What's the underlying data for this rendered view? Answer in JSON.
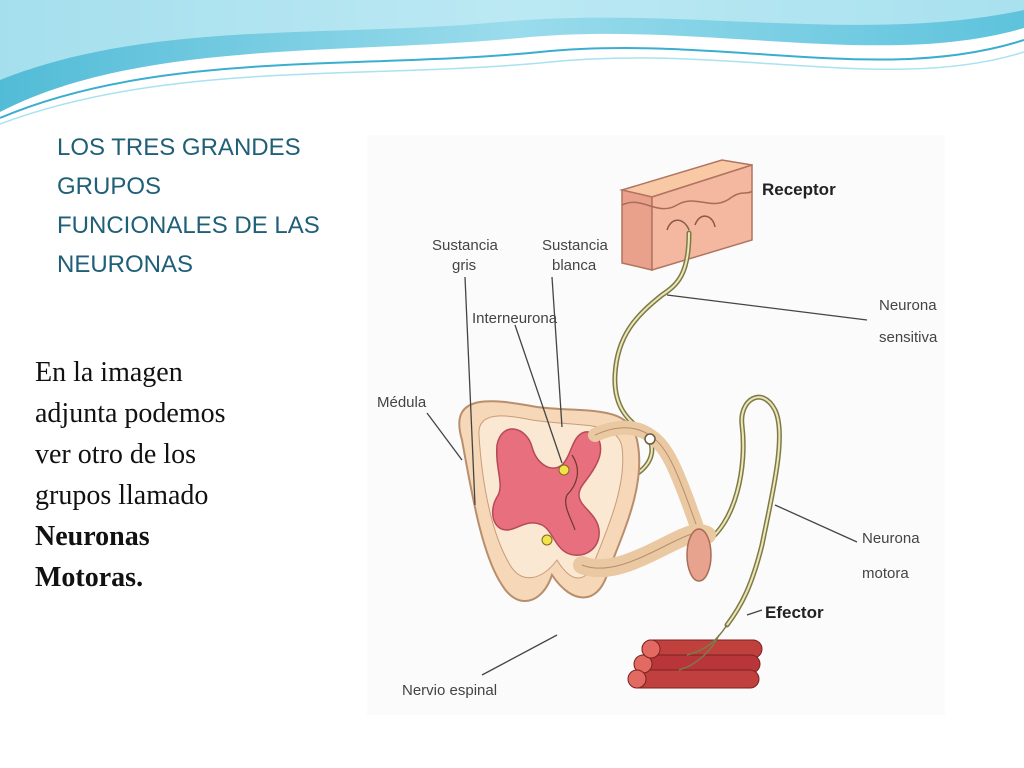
{
  "slide": {
    "title_lines": [
      "LOS TRES GRANDES",
      "GRUPOS",
      "FUNCIONALES DE LAS",
      "NEURONAS"
    ],
    "body_lines": [
      "En la imagen",
      "adjunta podemos",
      "ver otro de los",
      "grupos llamado"
    ],
    "body_bold_lines": [
      "Neuronas",
      "Motoras."
    ]
  },
  "diagram": {
    "labels": {
      "receptor": "Receptor",
      "sustancia_gris": [
        "Sustancia",
        "gris"
      ],
      "sustancia_blanca": [
        "Sustancia",
        "blanca"
      ],
      "interneurona": "Interneurona",
      "medula": "Médula",
      "neurona_sensitiva": [
        "Neurona",
        "sensitiva"
      ],
      "neurona_motora": [
        "Neurona",
        "motora"
      ],
      "efector": "Efector",
      "nervio_espinal": "Nervio espinal"
    }
  },
  "colors": {
    "title": "#1f5f78",
    "body": "#111111",
    "wave_light": "#c9eef6",
    "wave_dark": "#5cc3dc",
    "skin": "#f3b79a",
    "spinal_cord": "#f6d7b8",
    "gray_matter": "#e06070",
    "muscle": "#c0403d"
  }
}
